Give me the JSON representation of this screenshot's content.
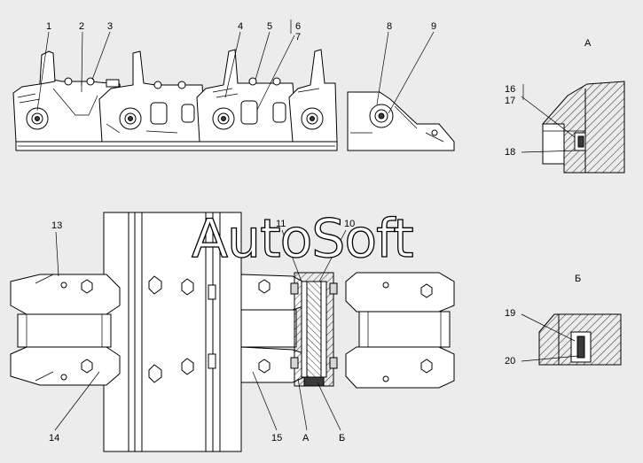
{
  "callouts": {
    "c1": "1",
    "c2": "2",
    "c3": "3",
    "c4": "4",
    "c5": "5",
    "c6": "6",
    "c7": "7",
    "c8": "8",
    "c9": "9",
    "c10": "10",
    "c11": "11",
    "c13": "13",
    "c14": "14",
    "c15": "15",
    "c16": "16",
    "c17": "17",
    "c18": "18",
    "c19": "19",
    "c20": "20"
  },
  "views": {
    "a_title": "А",
    "b_title": "Б",
    "a_marker": "А",
    "b_marker": "Б"
  },
  "watermark": "AutoSoft",
  "colors": {
    "background": "#ececec",
    "line": "#000000",
    "fill": "#ffffff"
  }
}
